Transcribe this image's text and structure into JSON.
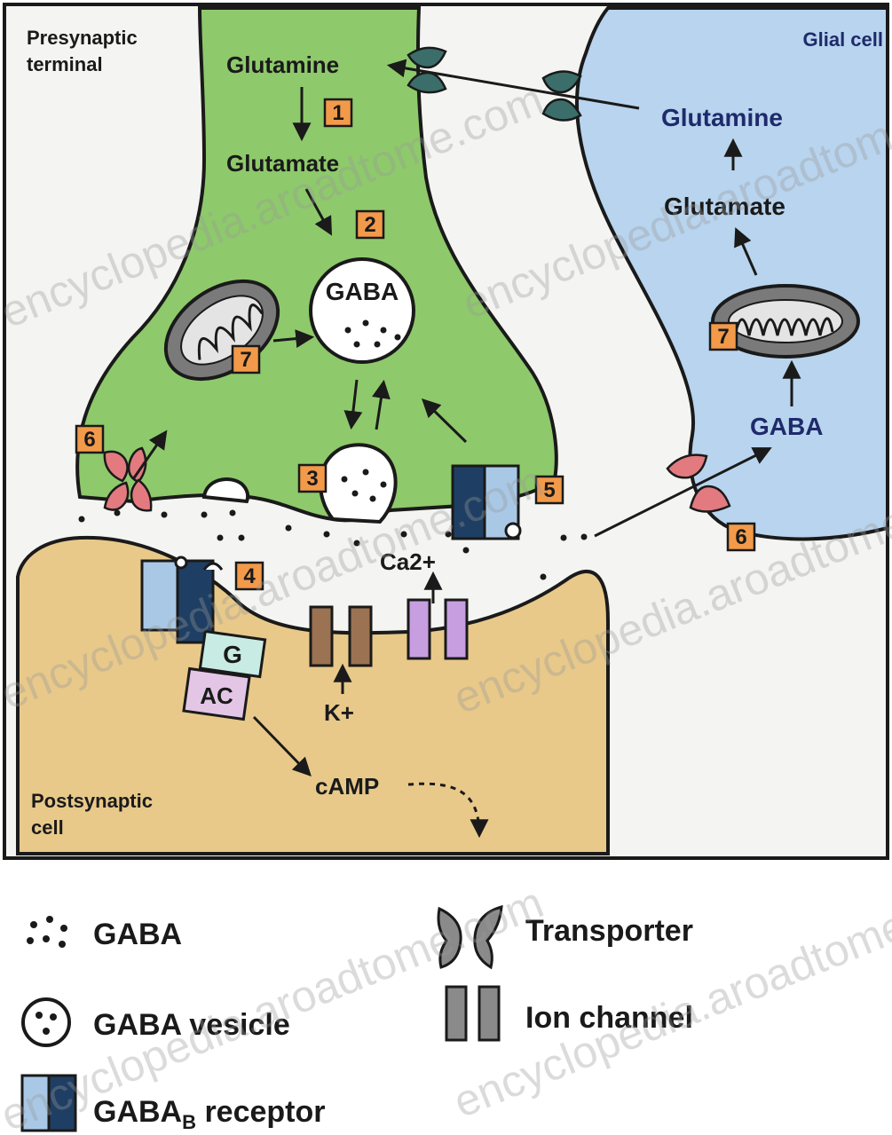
{
  "labels": {
    "presynaptic": [
      "Presynaptic",
      "terminal"
    ],
    "glial": "Glial cell",
    "postsynaptic": [
      "Postsynaptic",
      "cell"
    ],
    "pre_glutamine": "Glutamine",
    "pre_glutamate": "Glutamate",
    "vesicle_gaba": "GABA",
    "glia_glutamine": "Glutamine",
    "glia_glutamate": "Glutamate",
    "glia_gaba": "GABA",
    "ca": "Ca2+",
    "k": "K+",
    "camp": "cAMP",
    "g": "G",
    "ac": "AC"
  },
  "step_numbers": [
    "1",
    "2",
    "3",
    "4",
    "5",
    "6",
    "7"
  ],
  "legend": {
    "gaba": "GABA",
    "vesicle": "GABA vesicle",
    "receptor_main": "GABA",
    "receptor_sub": "B",
    "receptor_rest": " receptor",
    "transporter": "Transporter",
    "ion_channel": "Ion channel"
  },
  "watermark": "encyclopedia.aroadtome.com",
  "colors": {
    "presynaptic": "#8ec96b",
    "glial": "#b8d4ee",
    "postsynaptic": "#e8c98a",
    "step_box": "#f29a4a",
    "transporter_glutamine": "#3b6e6a",
    "transporter_gaba": "#e27a80",
    "receptor_light": "#a9c8e6",
    "receptor_dark": "#1e3f63",
    "g_protein": "#c8ece3",
    "ac": "#e3c6e6",
    "k_channel": "#9b7252",
    "ca_channel": "#c79ee0"
  }
}
